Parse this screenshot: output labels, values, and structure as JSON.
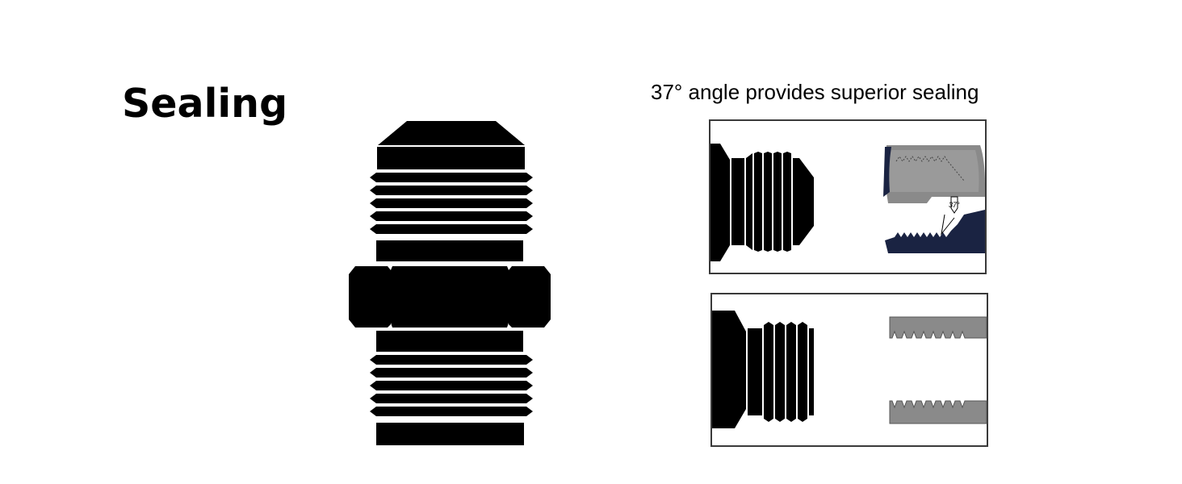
{
  "title": "Sealing",
  "caption": "37° angle provides superior sealing",
  "angle_label": "37°",
  "colors": {
    "fitting": "#000000",
    "thread_gray": "#8a8a8a",
    "nut_navy": "#1a2342",
    "background": "#ffffff",
    "frame": "#3a3a3a"
  }
}
